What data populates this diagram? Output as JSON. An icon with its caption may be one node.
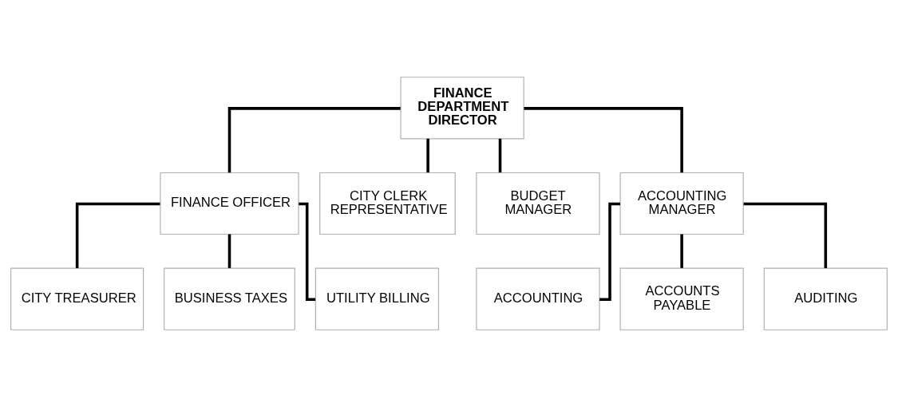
{
  "diagram": {
    "nodes": [
      {
        "text": [
          "FINANCE DEPARTMENT DIRECTOR"
        ]
      },
      {
        "text": [
          "FINANCE OFFICER"
        ]
      },
      {
        "text": [
          "CITY CLERK REPRESENTATIVE"
        ]
      },
      {
        "text": [
          "BUDGET MANAGER"
        ]
      },
      {
        "text": [
          "ACCOUNTING MANAGER"
        ]
      },
      {
        "text": [
          "CITY TREASURER"
        ]
      },
      {
        "text": [
          "BUSINESS TAXES"
        ]
      },
      {
        "text": [
          "UTILITY BILLING"
        ]
      },
      {
        "text": [
          "ACCOUNTING"
        ]
      },
      {
        "text": [
          "ACCOUNTS PAYABLE"
        ]
      },
      {
        "text": [
          "AUDITING"
        ]
      }
    ],
    "edges": [
      {
        "from": 0,
        "to": 1,
        "arrow": "none"
      },
      {
        "from": 0,
        "to": 2,
        "arrow": "none"
      },
      {
        "from": 0,
        "to": 3,
        "arrow": "none"
      },
      {
        "from": 0,
        "to": 4,
        "arrow": "none"
      },
      {
        "from": 1,
        "to": 5,
        "arrow": "none"
      },
      {
        "from": 1,
        "to": 6,
        "arrow": "none"
      },
      {
        "from": 1,
        "to": 7,
        "arrow": "none"
      },
      {
        "from": 4,
        "to": 8,
        "arrow": "none"
      },
      {
        "from": 4,
        "to": 9,
        "arrow": "none"
      },
      {
        "from": 4,
        "to": 10,
        "arrow": "none"
      }
    ]
  }
}
